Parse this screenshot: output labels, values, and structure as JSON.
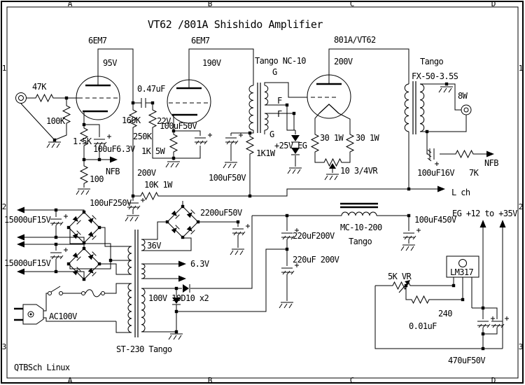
{
  "title": "VT62 /801A Shishido Amplifier",
  "app": {
    "name": "QTBSch Linux"
  },
  "frame": {
    "cols": [
      "A",
      "B",
      "C",
      "D"
    ],
    "rows": [
      "1",
      "2",
      "3"
    ]
  },
  "labels": {
    "tube1": "6EM7",
    "tube2": "6EM7",
    "tube3": "801A/VT62",
    "v95": "95V",
    "v190": "190V",
    "v200t": "200V",
    "nc10": "Tango NC-10",
    "g1": "G",
    "g2": "G",
    "f1": "F",
    "f2": "F",
    "fx1": "Tango",
    "fx2": "FX-50-3.5S",
    "w8": "8W",
    "r47k": "47K",
    "r100k": "100K",
    "c047": "0.47uF",
    "r15": "1.5K",
    "c100u63": "100uF6.3V",
    "nfb1": "NFB",
    "r100": "100",
    "r160k": "160K",
    "v22": "22V",
    "r250k": "250K",
    "r1k5w": "1K 5W",
    "c100u50a": "100uF50V",
    "v200r": "200V",
    "r10k": "10K 1W",
    "c100u250": "100uF250V",
    "c100u50b": "100uF50V",
    "r1k1w": "1K1W",
    "eg25": "+25V EG",
    "r30a": "30 1W",
    "r30b": "30 1W",
    "vr10": "10 3/4VR",
    "c100u16": "100uF16V",
    "r7k": "7K",
    "nfb2": "NFB",
    "lch": "L ch",
    "mc1": "MC-10-200",
    "mc2": "Tango",
    "c220a": "220uF200V",
    "c220b": "220uF 200V",
    "c100u450": "100uF450V",
    "egout": "EG +12 to +35V",
    "c15000a": "15000uF15V",
    "c15000b": "15000uF15V",
    "c2200": "2200uF50V",
    "v36": "36V",
    "v63": "6.3V",
    "v100": "100V 10D10 x2",
    "ac": "AC100V",
    "st230": "ST-230 Tango",
    "lm317": "LM317",
    "vr5k": "5K VR",
    "r240": "240",
    "c001": "0.01uF",
    "c470": "470uF50V"
  }
}
